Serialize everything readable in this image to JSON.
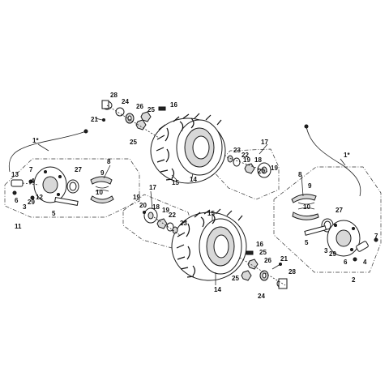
{
  "labels": {
    "n1": "1*",
    "n2": "2",
    "n3": "3",
    "n4": "4",
    "n5": "5",
    "n6": "6",
    "n7": "7",
    "n8": "8",
    "n9": "9",
    "n10": "10",
    "n11": "11",
    "n12": "12",
    "n13": "13",
    "n14": "14",
    "n15": "15",
    "n16": "16",
    "n17": "17",
    "n18": "18",
    "n19": "19",
    "n20": "20",
    "n21": "21",
    "n22": "22",
    "n23": "23",
    "n24": "24",
    "n25": "25",
    "n26": "26",
    "n27": "27",
    "n28": "28",
    "n29": "29"
  }
}
